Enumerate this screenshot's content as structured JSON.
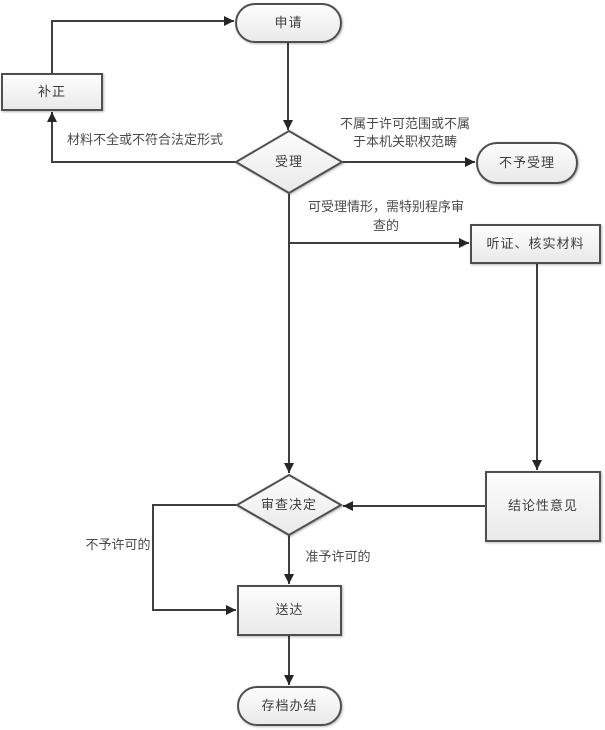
{
  "diagram": {
    "type": "flowchart",
    "language": "zh-CN",
    "colors": {
      "background": "#ffffff",
      "shape_fill_top": "#fdfdfd",
      "shape_fill_bottom": "#e9e9e9",
      "shape_border": "#4f4f4f",
      "connector": "#3f3f3f",
      "arrowhead": "#262626",
      "text": "#3d3d3d"
    },
    "nodes": {
      "apply": {
        "label": "申请",
        "shape": "stadium"
      },
      "correction": {
        "label": "补正",
        "shape": "rectangle"
      },
      "accept": {
        "label": "受理",
        "shape": "diamond"
      },
      "reject": {
        "label": "不予受理",
        "shape": "stadium"
      },
      "hearing": {
        "label": "听证、核实材料",
        "shape": "rectangle"
      },
      "review": {
        "label": "审查决定",
        "shape": "diamond"
      },
      "conclusion": {
        "label": "结论性意见",
        "shape": "rectangle"
      },
      "deliver": {
        "label": "送达",
        "shape": "rectangle"
      },
      "archive": {
        "label": "存档办结",
        "shape": "stadium"
      }
    },
    "edge_labels": {
      "incomplete": "材料不全或不符合法定形式",
      "out_of_scope": "不属于许可范围或不属于本机关职权范畴",
      "special_procedure": "可受理情形，需特别程序审查的",
      "denied": "不予许可的",
      "granted": "准予许可的"
    },
    "edges": [
      {
        "from": "apply",
        "to": "accept"
      },
      {
        "from": "accept",
        "to": "correction",
        "label": "材料不全或不符合法定形式"
      },
      {
        "from": "correction",
        "to": "apply"
      },
      {
        "from": "accept",
        "to": "reject",
        "label": "不属于许可范围或不属于本机关职权范畴"
      },
      {
        "from": "accept",
        "to": "review"
      },
      {
        "from": "accept",
        "to": "hearing",
        "label": "可受理情形，需特别程序审查的"
      },
      {
        "from": "hearing",
        "to": "conclusion"
      },
      {
        "from": "conclusion",
        "to": "review"
      },
      {
        "from": "review",
        "to": "deliver",
        "label": "不予许可的"
      },
      {
        "from": "review",
        "to": "deliver",
        "label": "准予许可的"
      },
      {
        "from": "deliver",
        "to": "archive"
      }
    ]
  }
}
